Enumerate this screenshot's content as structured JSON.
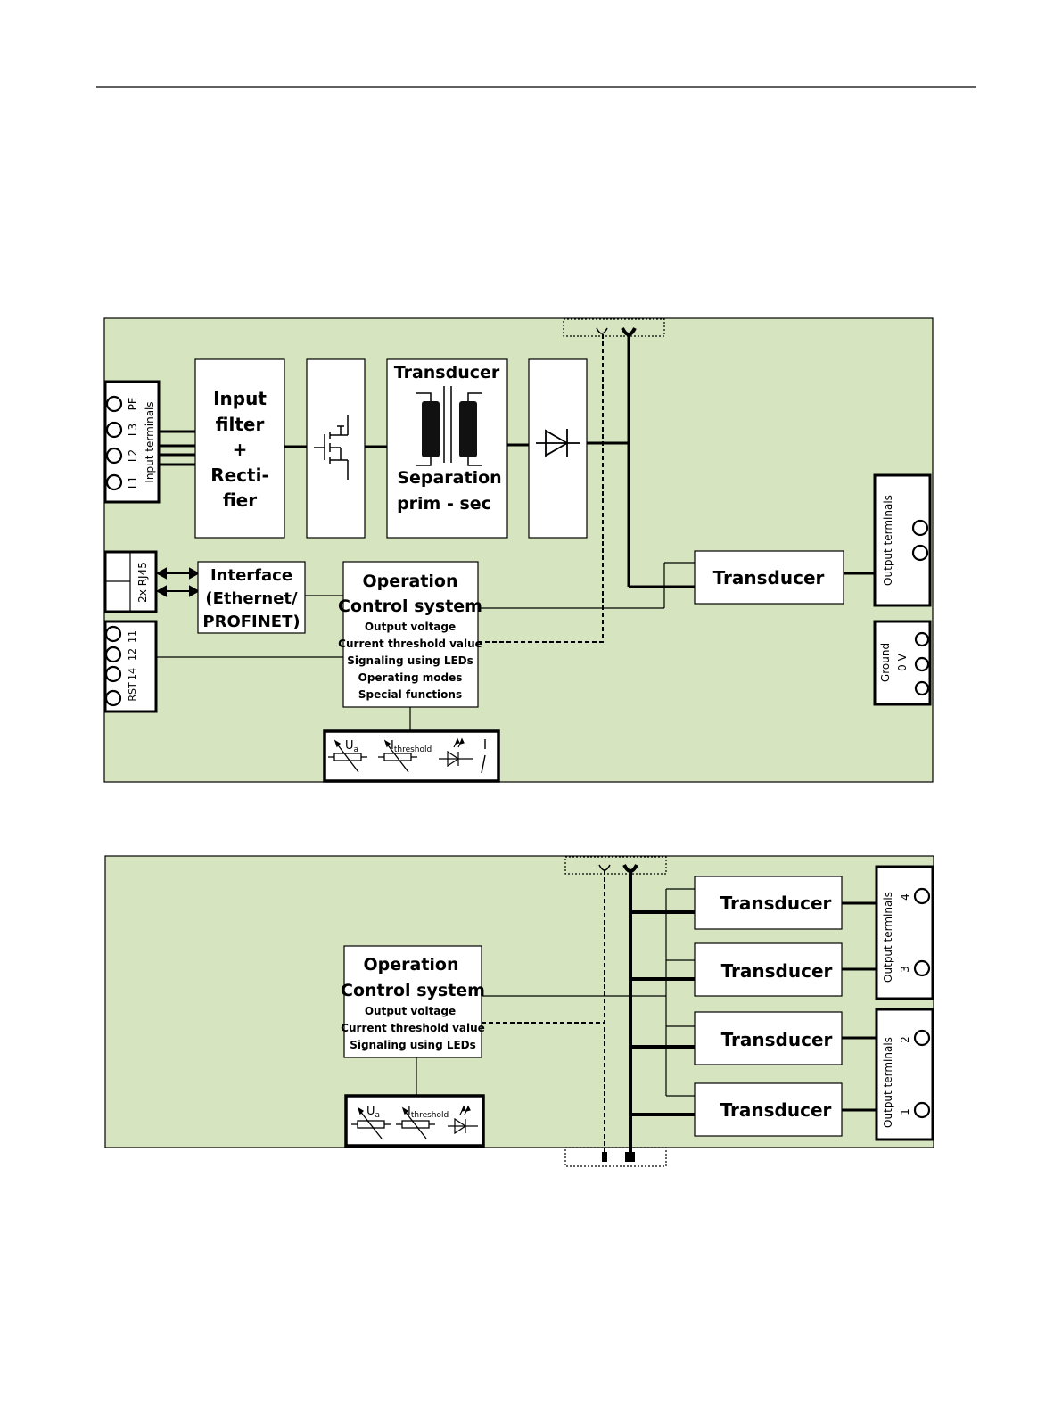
{
  "diagram1": {
    "input_terminals": {
      "title": "Input terminals",
      "labels": [
        "L1",
        "L2",
        "L3",
        "PE"
      ]
    },
    "input_filter": [
      "Input",
      "filter",
      "+",
      "Recti-",
      "fier"
    ],
    "transformer": {
      "title": "Transducer",
      "line1": "Separation",
      "line2": "prim - sec"
    },
    "rj45_label": "2x RJ45",
    "interface": [
      "Interface",
      "(Ethernet/",
      "PROFINET)"
    ],
    "signal_terminals": [
      "RST",
      "14",
      "12",
      "11"
    ],
    "operation": {
      "title1": "Operation",
      "title2": "Control system",
      "items": [
        "Output voltage",
        "Current threshold value",
        "Signaling using LEDs",
        "Operating modes",
        "Special functions"
      ]
    },
    "controls": {
      "ua": "U",
      "ua_sub": "a",
      "ith": "I",
      "ith_sub": "threshold"
    },
    "transducer": "Transducer",
    "output_terminals": "Output terminals",
    "ground": {
      "line1": "Ground",
      "line2": "0 V"
    }
  },
  "diagram2": {
    "operation": {
      "title1": "Operation",
      "title2": "Control system",
      "items": [
        "Output voltage",
        "Current threshold value",
        "Signaling using LEDs"
      ]
    },
    "controls": {
      "ua": "U",
      "ua_sub": "a",
      "ith": "I",
      "ith_sub": "threshold"
    },
    "transducers": [
      "Transducer",
      "Transducer",
      "Transducer",
      "Transducer"
    ],
    "output_groups": [
      {
        "title": "Output terminals",
        "numbers": [
          "4",
          "3"
        ]
      },
      {
        "title": "Output terminals",
        "numbers": [
          "2",
          "1"
        ]
      }
    ]
  }
}
